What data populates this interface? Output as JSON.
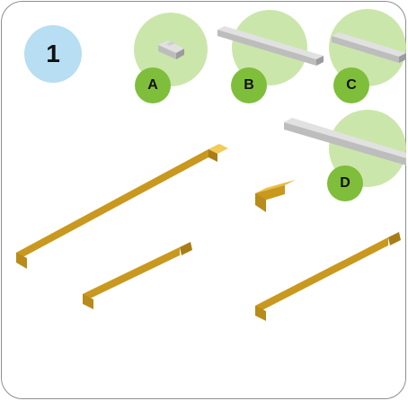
{
  "step": {
    "number": "1"
  },
  "parts": [
    {
      "label": "A"
    },
    {
      "label": "B"
    },
    {
      "label": "C"
    },
    {
      "label": "D"
    }
  ],
  "colors": {
    "step_badge": "#b7def2",
    "part_halo": "#c8e5a6",
    "part_badge": "#7fbe3b",
    "grey_piece": "#bdbdbd",
    "wood_piece": "#e0b23a"
  }
}
